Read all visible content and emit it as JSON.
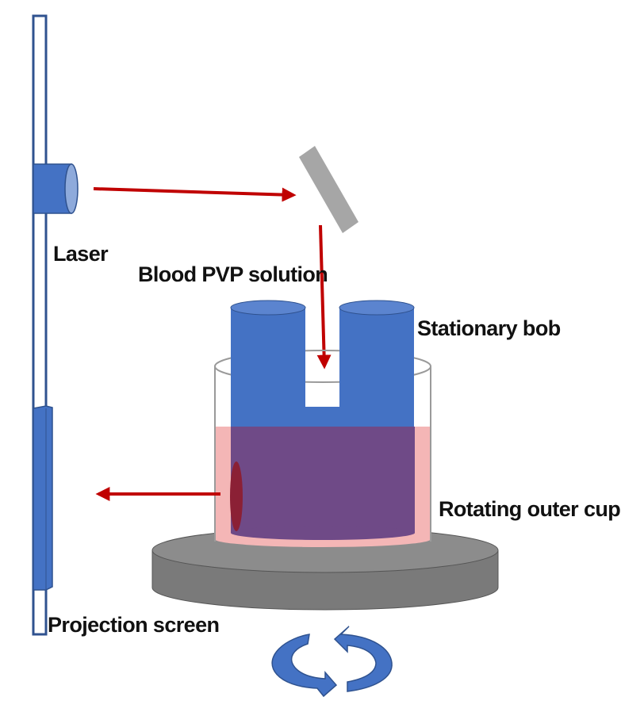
{
  "labels": {
    "laser": "Laser",
    "solution": "Blood PVP solution",
    "bob": "Stationary bob",
    "cup": "Rotating outer cup",
    "screen": "Projection screen"
  },
  "colors": {
    "apparatus_blue": "#4472c4",
    "outline_blue": "#2f528f",
    "beam_red": "#c00000",
    "mirror_gray": "#a6a6a6",
    "platform_gray": "#808080",
    "solution_pink": "#f4b6b6",
    "overlap_purple": "#6f4a87"
  }
}
